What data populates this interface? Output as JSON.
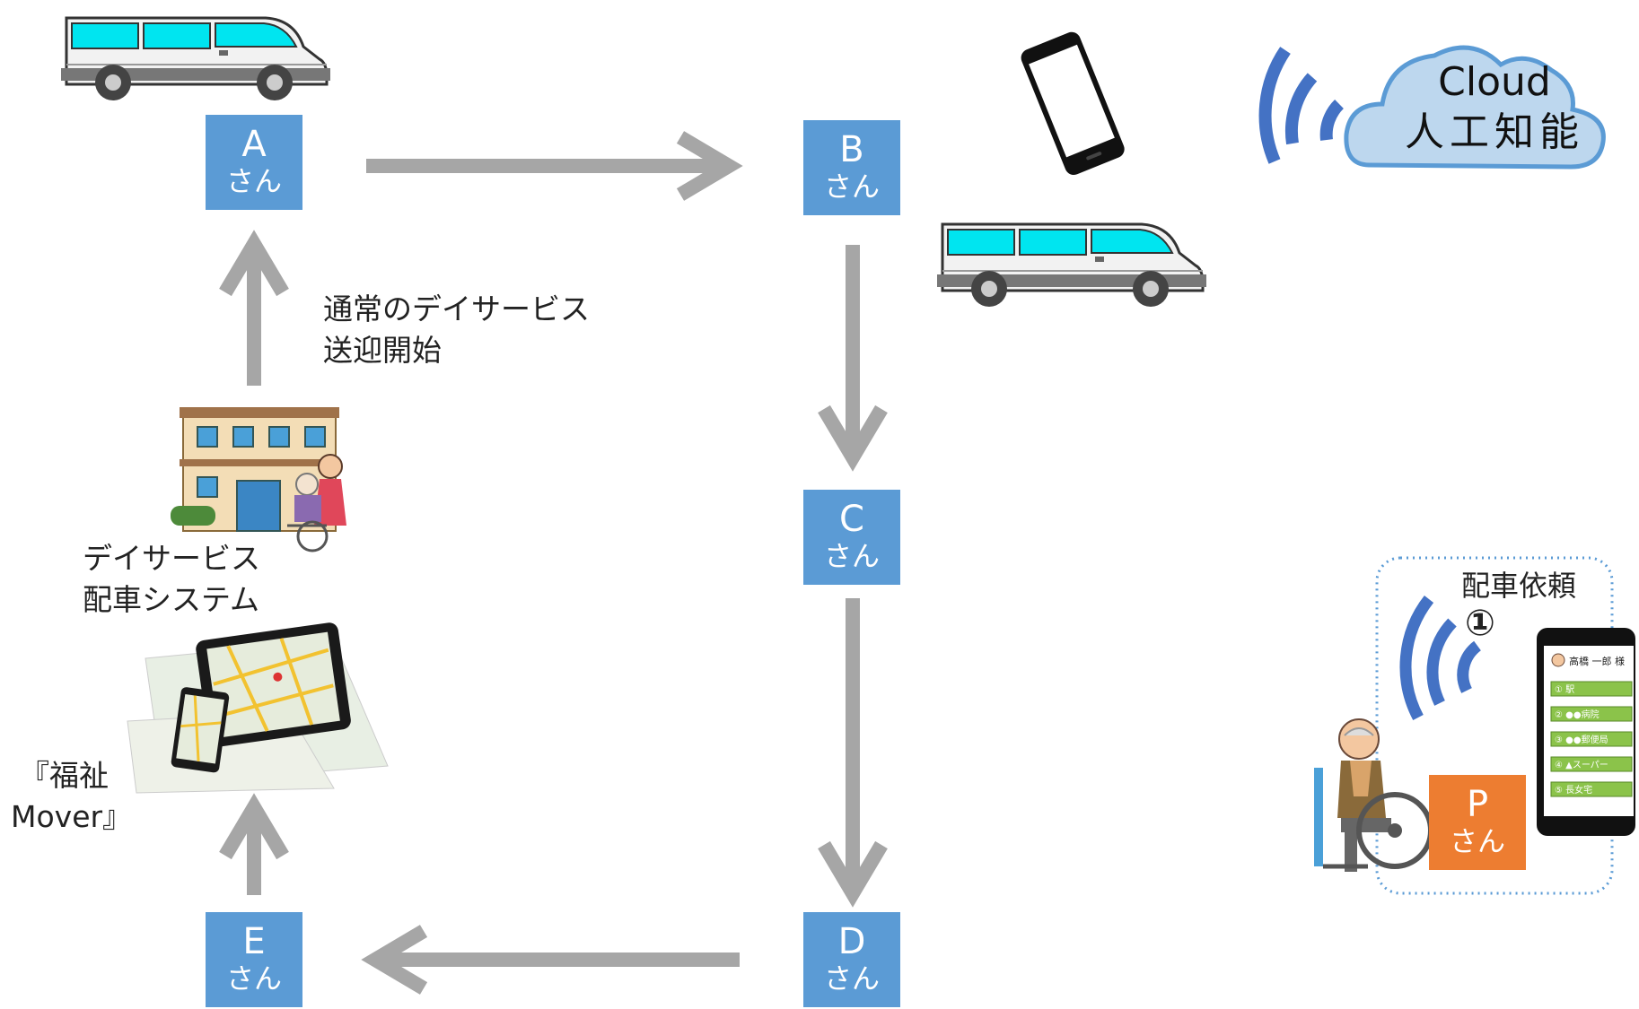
{
  "nodes": {
    "a": {
      "letter": "A",
      "suffix": "さん"
    },
    "b": {
      "letter": "B",
      "suffix": "さん"
    },
    "c": {
      "letter": "C",
      "suffix": "さん"
    },
    "d": {
      "letter": "D",
      "suffix": "さん"
    },
    "e": {
      "letter": "E",
      "suffix": "さん"
    },
    "p": {
      "letter": "P",
      "suffix": "さん"
    }
  },
  "labels": {
    "pickup_start_line1": "通常のデイサービス",
    "pickup_start_line2": "送迎開始",
    "dispatch_system_line1": "デイサービス",
    "dispatch_system_line2": "配車システム",
    "product_line1": "『福祉",
    "product_line2": "Mover』",
    "dispatch_request": "配車依頼",
    "step_number": "①"
  },
  "cloud": {
    "line1": "Cloud",
    "line2": "人工知能"
  },
  "phone_app": {
    "user_name": "高橋 一郎 様",
    "menu": [
      "① 駅",
      "② ●●病院",
      "③ ●●郵便局",
      "④ ▲スーパー",
      "⑤ 長女宅"
    ]
  },
  "colors": {
    "node_blue": "#5b9bd5",
    "node_orange": "#ed7d31",
    "arrow_gray": "#a6a6a6",
    "signal_blue": "#4472c4",
    "cloud_fill": "#bdd7ee",
    "van_window": "#00e5f0"
  }
}
